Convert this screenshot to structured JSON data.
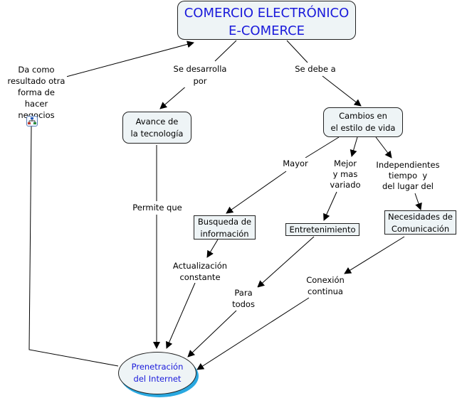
{
  "concept_map": {
    "main_concept": {
      "line1": "COMERCIO ELECTRÓNICO",
      "line2": "E-COMERCE"
    },
    "concepts": {
      "avance": {
        "line1": "Avance de",
        "line2": "la tecnología"
      },
      "cambios": {
        "line1": "Cambios en",
        "line2": "el estilo de vida"
      },
      "busqueda": {
        "line1": "Busqueda de",
        "line2": "información"
      },
      "entretenimiento": {
        "line1": "Entretenimiento"
      },
      "necesidades": {
        "line1": "Necesidades de",
        "line2": "Comunicación"
      },
      "penetracion": {
        "line1": "Prenetración",
        "line2": "del Internet"
      }
    },
    "linking_phrases": {
      "da_como": [
        "Da como",
        "resultado otra",
        "forma de",
        "hacer",
        "negocios"
      ],
      "se_desarrolla": [
        "Se desarrolla",
        "por"
      ],
      "se_debe": [
        "Se debe a"
      ],
      "permite": [
        "Permite que"
      ],
      "mayor": [
        "Mayor"
      ],
      "mejor": [
        "Mejor",
        "y mas",
        "variado"
      ],
      "independientes": [
        "Independientes",
        "tiempo  y",
        "del lugar del"
      ],
      "actualizacion": [
        "Actualización",
        "constante"
      ],
      "para_todos": [
        "Para",
        "todos"
      ],
      "conexion": [
        "Conexión",
        "continua"
      ]
    },
    "icons": {
      "submap": "concept-map-icon"
    },
    "colors": {
      "concept_fill": "#eef4f6",
      "title_text": "#1a1adb",
      "ellipse_shadow": "#29a8e0",
      "line": "#000000"
    }
  }
}
